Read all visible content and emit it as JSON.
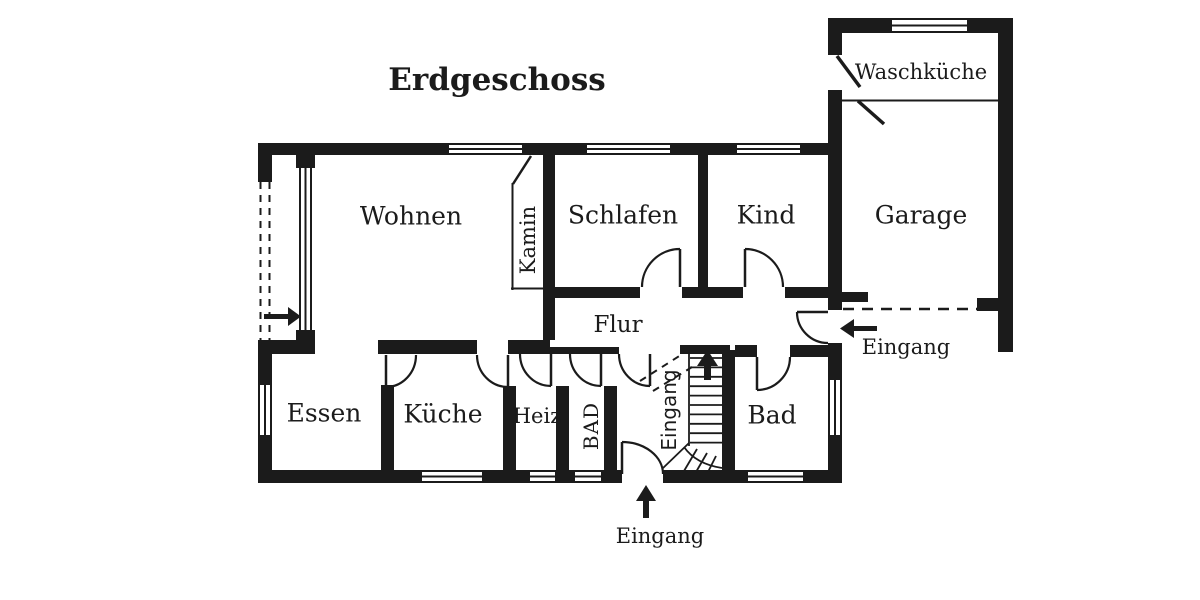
{
  "title": "Erdgeschoss",
  "colors": {
    "ink": "#1b1b1b",
    "paper": "#ffffff"
  },
  "rooms": {
    "wohnen": "Wohnen",
    "kamin": "Kamin",
    "schlafen": "Schlafen",
    "kind": "Kind",
    "garage": "Garage",
    "waschkueche": "Waschküche",
    "flur": "Flur",
    "essen": "Essen",
    "kueche": "Küche",
    "heiz": "Heiz",
    "bad_wc": "BAD",
    "treppenhaus": "Eingang",
    "bad": "Bad"
  },
  "entrances": {
    "right": "Eingang",
    "bottom": "Eingang"
  }
}
